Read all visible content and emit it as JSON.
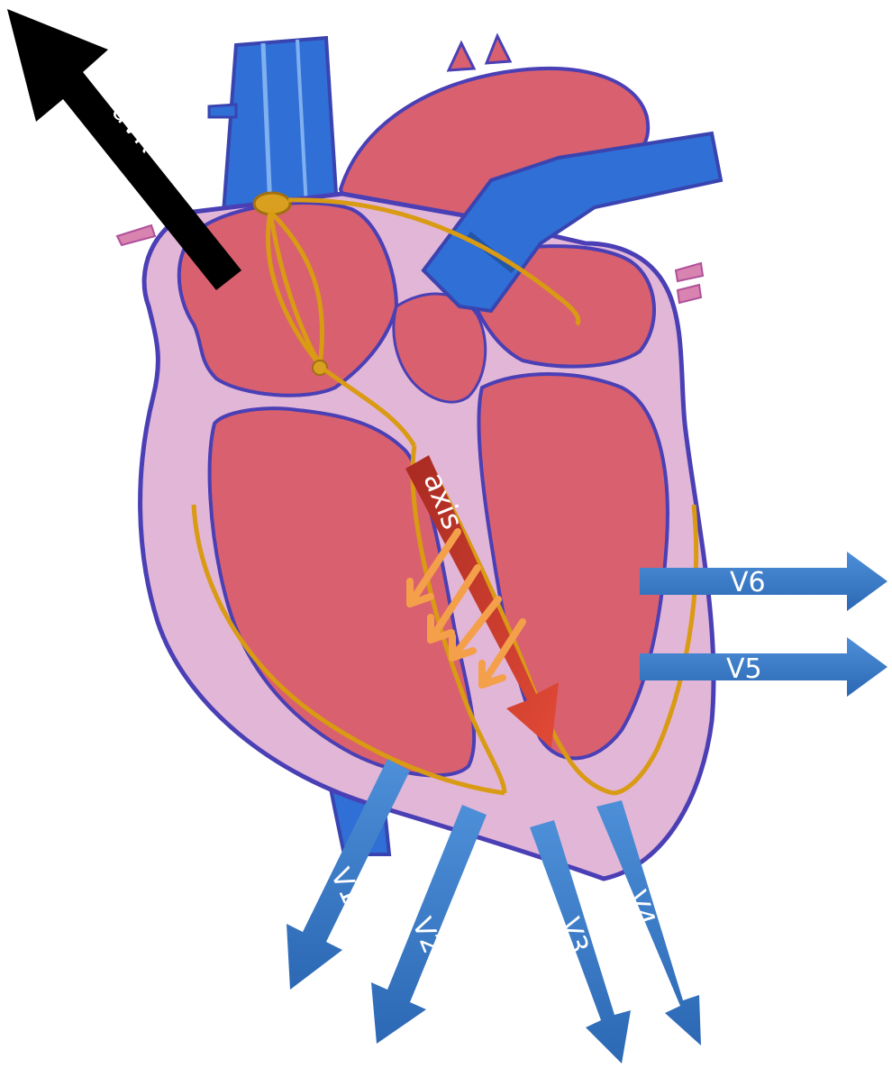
{
  "diagram": {
    "labels": {
      "avr": "aVR",
      "axis": "axis",
      "v1": "V1",
      "v2": "V2",
      "v3": "V3",
      "v4": "V4",
      "v5": "V5",
      "v6": "V6"
    },
    "colors": {
      "heart_wall": "#e2b6d6",
      "heart_outline": "#4a3fb5",
      "myocardium": "#d9606e",
      "vessel_blue": "#2f6fd6",
      "conduction": "#d99a14",
      "lead_arrow_blue": "#3f7fc8",
      "lead_arrow_black": "#000000",
      "axis_arrow": "#c8322a",
      "depolarization_arrows": "#f4a04a"
    }
  }
}
